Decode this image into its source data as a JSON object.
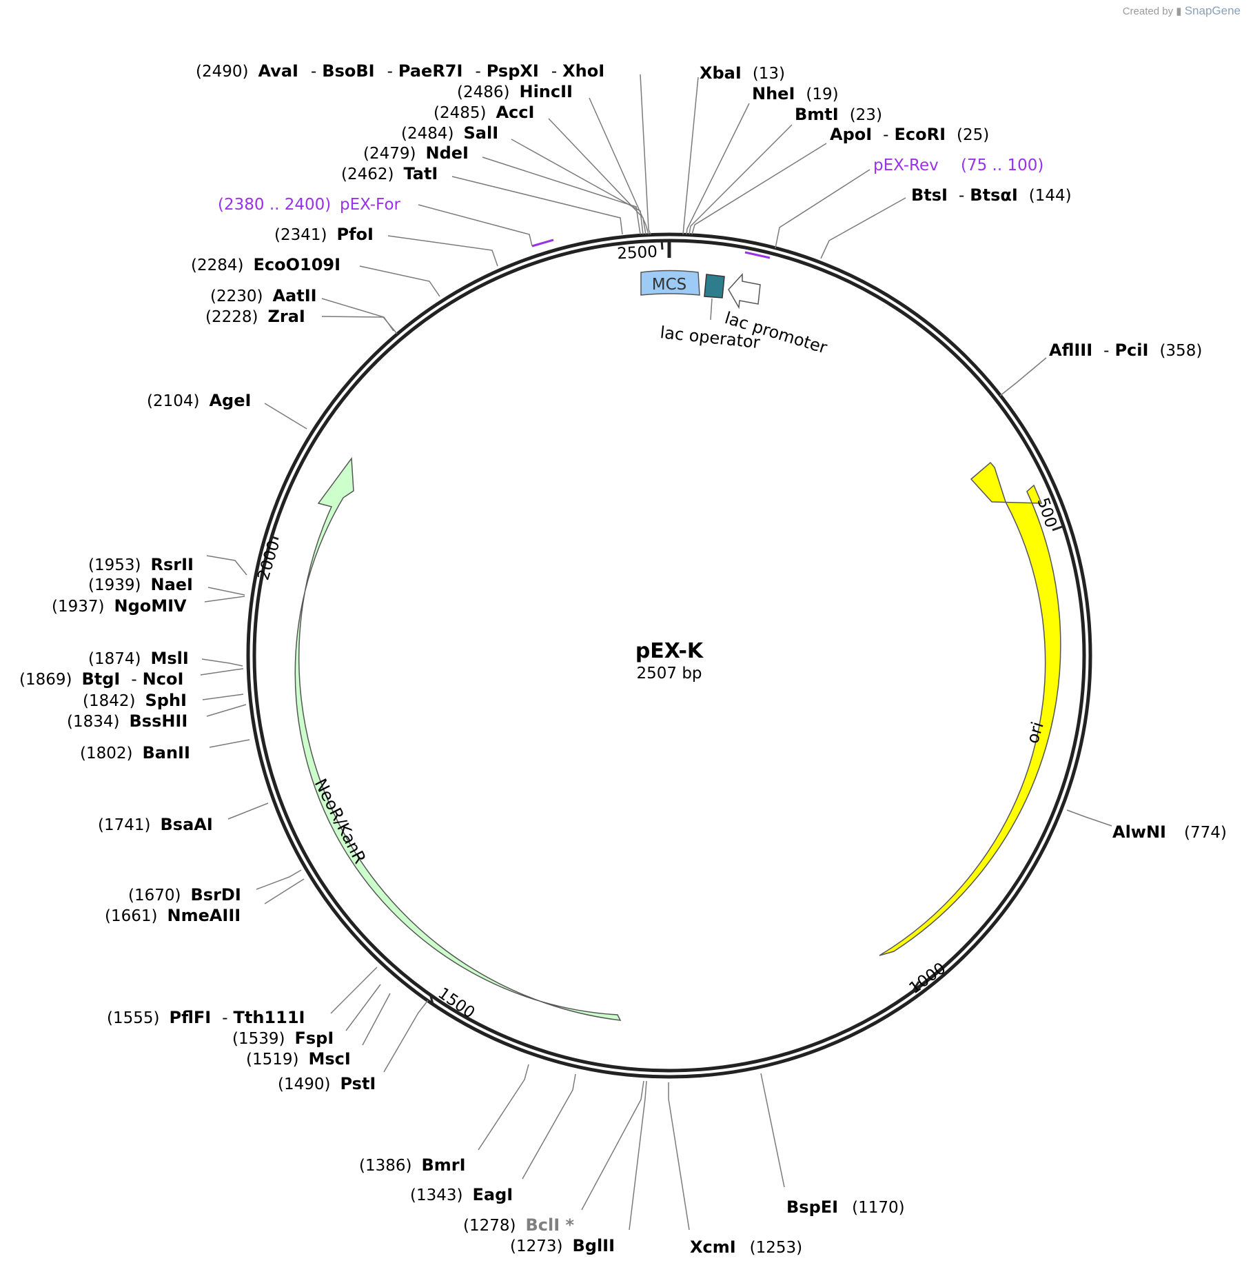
{
  "credit": {
    "prefix": "Created by",
    "brand": "SnapGene"
  },
  "plasmid": {
    "name": "pEX-K",
    "size_label": "2507 bp"
  },
  "ticks": [
    "2500",
    "500",
    "1000",
    "1500",
    "2000"
  ],
  "features": [
    {
      "name": "MCS",
      "color": "#9ecbf5"
    },
    {
      "name": "lac operator",
      "color": "#2e7d8c"
    },
    {
      "name": "lac promoter",
      "color": "#ffffff"
    },
    {
      "name": "ori",
      "color": "#ffff00"
    },
    {
      "name": "NeoR/KanR",
      "color": "#ccffcc"
    }
  ],
  "primers": [
    {
      "name": "pEX-For",
      "range": "(2380 .. 2400)"
    },
    {
      "name": "pEX-Rev",
      "range": "(75 .. 100)"
    }
  ],
  "sites": [
    {
      "pos": "(2490)",
      "names": [
        "AvaI",
        "BsoBI",
        "PaeR7I",
        "PspXI",
        "XhoI"
      ]
    },
    {
      "pos": "(2486)",
      "names": [
        "HincII"
      ]
    },
    {
      "pos": "(2485)",
      "names": [
        "AccI"
      ]
    },
    {
      "pos": "(2484)",
      "names": [
        "SalI"
      ]
    },
    {
      "pos": "(2479)",
      "names": [
        "NdeI"
      ]
    },
    {
      "pos": "(2462)",
      "names": [
        "TatI"
      ]
    },
    {
      "pos": "(2341)",
      "names": [
        "PfoI"
      ]
    },
    {
      "pos": "(2284)",
      "names": [
        "EcoO109I"
      ]
    },
    {
      "pos": "(2230)",
      "names": [
        "AatII"
      ]
    },
    {
      "pos": "(2228)",
      "names": [
        "ZraI"
      ]
    },
    {
      "pos": "(2104)",
      "names": [
        "AgeI"
      ]
    },
    {
      "pos": "(1953)",
      "names": [
        "RsrII"
      ]
    },
    {
      "pos": "(1939)",
      "names": [
        "NaeI"
      ]
    },
    {
      "pos": "(1937)",
      "names": [
        "NgoMIV"
      ]
    },
    {
      "pos": "(1874)",
      "names": [
        "MslI"
      ]
    },
    {
      "pos": "(1869)",
      "names": [
        "BtgI",
        "NcoI"
      ]
    },
    {
      "pos": "(1842)",
      "names": [
        "SphI"
      ]
    },
    {
      "pos": "(1834)",
      "names": [
        "BssHII"
      ]
    },
    {
      "pos": "(1802)",
      "names": [
        "BanII"
      ]
    },
    {
      "pos": "(1741)",
      "names": [
        "BsaAI"
      ]
    },
    {
      "pos": "(1670)",
      "names": [
        "BsrDI"
      ]
    },
    {
      "pos": "(1661)",
      "names": [
        "NmeAIII"
      ]
    },
    {
      "pos": "(1555)",
      "names": [
        "PflFI",
        "Tth111I"
      ]
    },
    {
      "pos": "(1539)",
      "names": [
        "FspI"
      ]
    },
    {
      "pos": "(1519)",
      "names": [
        "MscI"
      ]
    },
    {
      "pos": "(1490)",
      "names": [
        "PstI"
      ]
    },
    {
      "pos": "(1386)",
      "names": [
        "BmrI"
      ]
    },
    {
      "pos": "(1343)",
      "names": [
        "EagI"
      ]
    },
    {
      "pos": "(1278)",
      "names": [
        "BclI *"
      ]
    },
    {
      "pos": "(1273)",
      "names": [
        "BglII"
      ]
    },
    {
      "pos": "(13)",
      "names": [
        "XbaI"
      ]
    },
    {
      "pos": "(19)",
      "names": [
        "NheI"
      ]
    },
    {
      "pos": "(23)",
      "names": [
        "BmtI"
      ]
    },
    {
      "pos": "(25)",
      "names": [
        "ApoI",
        "EcoRI"
      ]
    },
    {
      "pos": "(144)",
      "names": [
        "BtsI",
        "BtsαI"
      ]
    },
    {
      "pos": "(358)",
      "names": [
        "AflIII",
        "PciI"
      ]
    },
    {
      "pos": "(774)",
      "names": [
        "AlwNI"
      ]
    },
    {
      "pos": "(1170)",
      "names": [
        "BspEI"
      ]
    },
    {
      "pos": "(1253)",
      "names": [
        "XcmI"
      ]
    }
  ]
}
